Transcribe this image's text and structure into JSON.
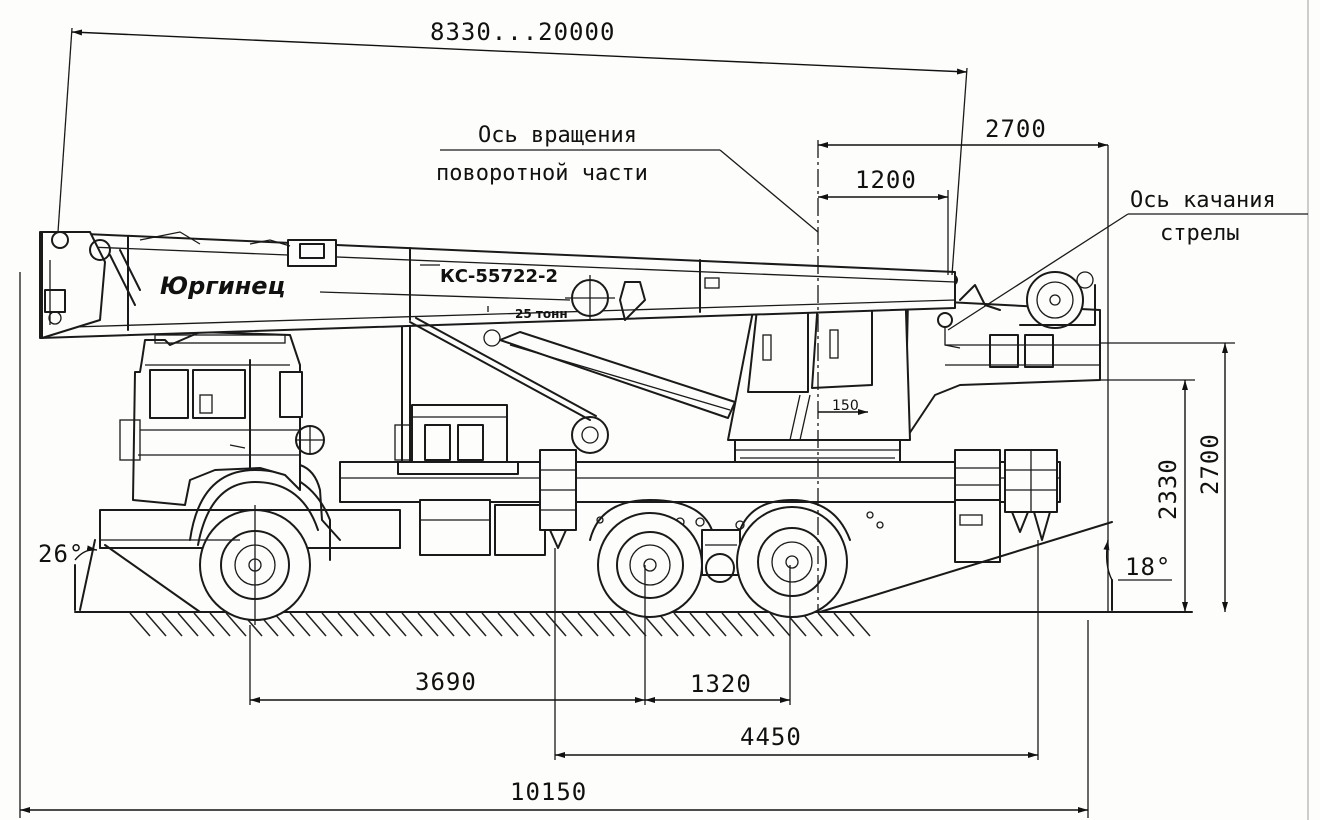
{
  "dimensions": {
    "boom_reach": "8330...20000",
    "rear_overhang": "2700",
    "pivot_to_boom_hinge": "1200",
    "height_to_frame": "2330",
    "height_overall": "2700",
    "front_to_mid_axle": "3690",
    "bogie_base": "1320",
    "outrigger_base": "4450",
    "overall_length": "10150",
    "approach_angle": "26°",
    "departure_angle": "18°",
    "small_offset": "150"
  },
  "labels": {
    "rotation_axis_line1": "Ось вращения",
    "rotation_axis_line2": "поворотной части",
    "boom_pivot_line1": "Ось качания",
    "boom_pivot_line2": "стрелы"
  },
  "markings": {
    "brand": "Юргинец",
    "model": "КС-55722-2",
    "capacity": "25 тонн"
  },
  "colors": {
    "ink": "#1a1a1a",
    "paper": "#fdfdfb"
  }
}
